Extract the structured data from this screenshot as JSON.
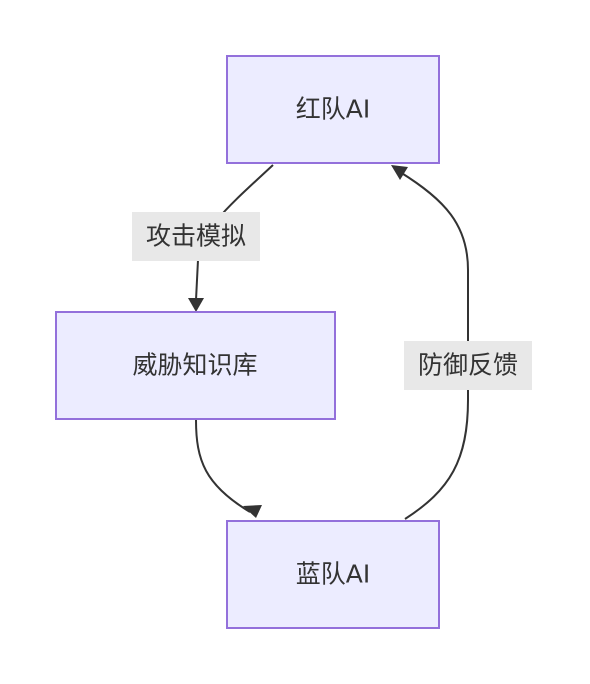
{
  "nodes": {
    "red_team": {
      "label": "红队AI"
    },
    "threat_kb": {
      "label": "威胁知识库"
    },
    "blue_team": {
      "label": "蓝队AI"
    }
  },
  "edges": {
    "attack_sim": {
      "label": "攻击模拟"
    },
    "defense_feedback": {
      "label": "防御反馈"
    }
  },
  "colors": {
    "node_fill": "#ECECFF",
    "node_stroke": "#9370DB",
    "edge": "#333333",
    "label_bg": "#E8E8E8",
    "text": "#333333"
  }
}
